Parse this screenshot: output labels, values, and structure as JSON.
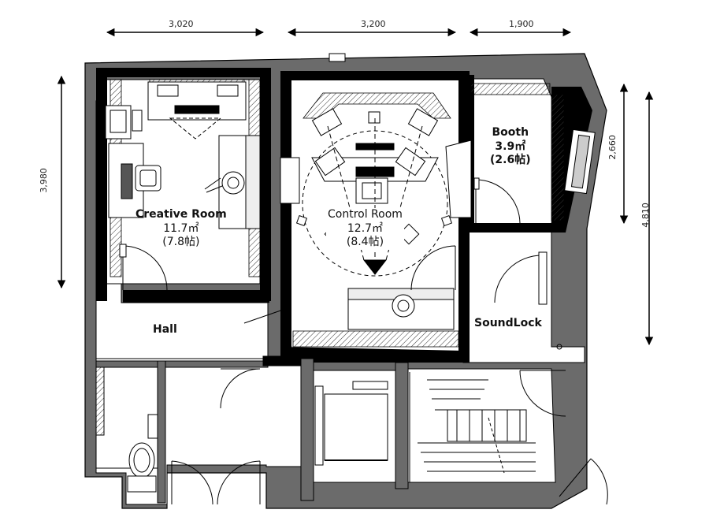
{
  "dimensions": {
    "top_left": "3,020",
    "top_mid": "3,200",
    "top_right": "1,900",
    "left": "3,980",
    "right_inner": "2,660",
    "right_outer": "4,810"
  },
  "rooms": {
    "creative": {
      "name": "Creative Room",
      "area": "11.7㎡",
      "tatami": "(7.8帖)"
    },
    "control": {
      "name": "Control Room",
      "area": "12.7㎡",
      "tatami": "(8.4帖)"
    },
    "booth": {
      "name": "Booth",
      "area": "3.9㎡",
      "tatami": "(2.6帖)"
    },
    "hall": {
      "name": "Hall"
    },
    "soundlock": {
      "name": "SoundLock"
    }
  },
  "colors": {
    "wall": "#6b6b6b",
    "wall_core": "#000000",
    "line": "#1a1a1a"
  }
}
